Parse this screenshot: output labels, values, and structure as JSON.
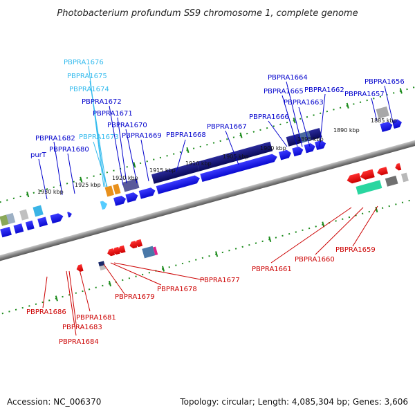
{
  "title": "Photobacterium profundum SS9 chromosome 1, complete genome",
  "footer": {
    "accession": "Accession: NC_006370",
    "summary": "Topology: circular; Length: 4,085,304 bp; Genes: 3,606"
  },
  "colors": {
    "blue_label": "#0000cc",
    "cyan_label": "#33bbee",
    "red_label": "#cc0000",
    "backbone": "#7a7a7a",
    "tick": "#1a8a1a"
  },
  "scale_labels": [
    "1885 kbp",
    "1890 kbp",
    "1895 kbp",
    "1900 kbp",
    "1905 kbp",
    "1910 kbp",
    "1915 kbp",
    "1920 kbp",
    "1925 kbp",
    "1930 kbp"
  ],
  "top_genes": [
    "PBPRA1656",
    "PBPRA1657",
    "PBPRA1662",
    "PBPRA1663",
    "PBPRA1664",
    "PBPRA1665",
    "PBPRA1666",
    "PBPRA1667",
    "PBPRA1668",
    "PBPRA1669",
    "PBPRA1670",
    "PBPRA1671",
    "PBPRA1672",
    "PBPRA1673",
    "PBPRA1674",
    "PBPRA1675",
    "PBPRA1676",
    "PBPRA1680",
    "PBPRA1682",
    "purT"
  ],
  "bottom_genes": [
    "PBPRA1659",
    "PBPRA1660",
    "PBPRA1661",
    "PBPRA1677",
    "PBPRA1678",
    "PBPRA1679",
    "PBPRA1681",
    "PBPRA1683",
    "PBPRA1684",
    "PBPRA1686"
  ]
}
